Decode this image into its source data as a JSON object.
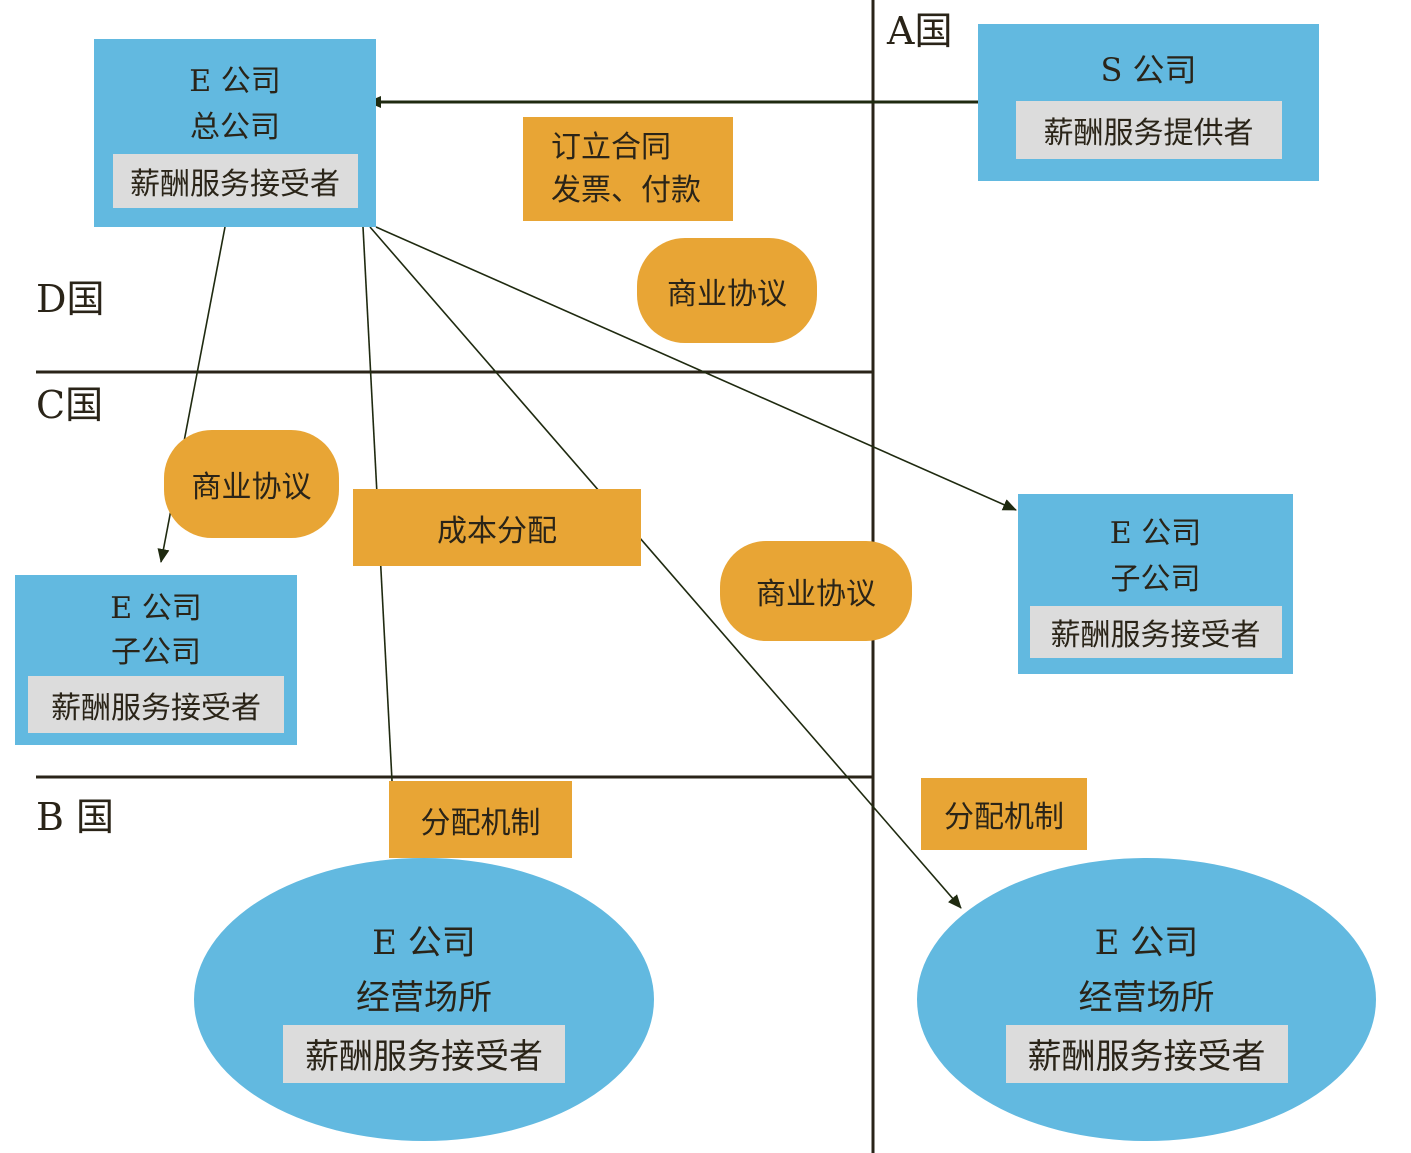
{
  "countries": {
    "a": "A国",
    "d": "D国",
    "c": "C国",
    "b": "B 国"
  },
  "entities": {
    "s_company": {
      "name": "S 公司",
      "role": "薪酬服务提供者"
    },
    "e_hq": {
      "name": "E 公司",
      "sub": "总公司",
      "role": "薪酬服务接受者"
    },
    "e_sub_c": {
      "name": "E 公司",
      "sub": "子公司",
      "role": "薪酬服务接受者"
    },
    "e_sub_a": {
      "name": "E 公司",
      "sub": "子公司",
      "role": "薪酬服务接受者"
    },
    "e_site_b": {
      "name": "E 公司",
      "sub": "经营场所",
      "role": "薪酬服务接受者"
    },
    "e_site_a": {
      "name": "E 公司",
      "sub": "经营场所",
      "role": "薪酬服务接受者"
    }
  },
  "labels": {
    "contract_line1": "订立合同",
    "contract_line2": "发票、付款",
    "biz_agreement_1": "商业协议",
    "biz_agreement_2": "商业协议",
    "biz_agreement_3": "商业协议",
    "cost_allocation": "成本分配",
    "allocation_mech_1": "分配机制",
    "allocation_mech_2": "分配机制"
  },
  "colors": {
    "entity_blue": "#62b9e0",
    "role_gray": "#dcdcdc",
    "tag_orange": "#e8a535",
    "line_dark": "#2a2418"
  }
}
